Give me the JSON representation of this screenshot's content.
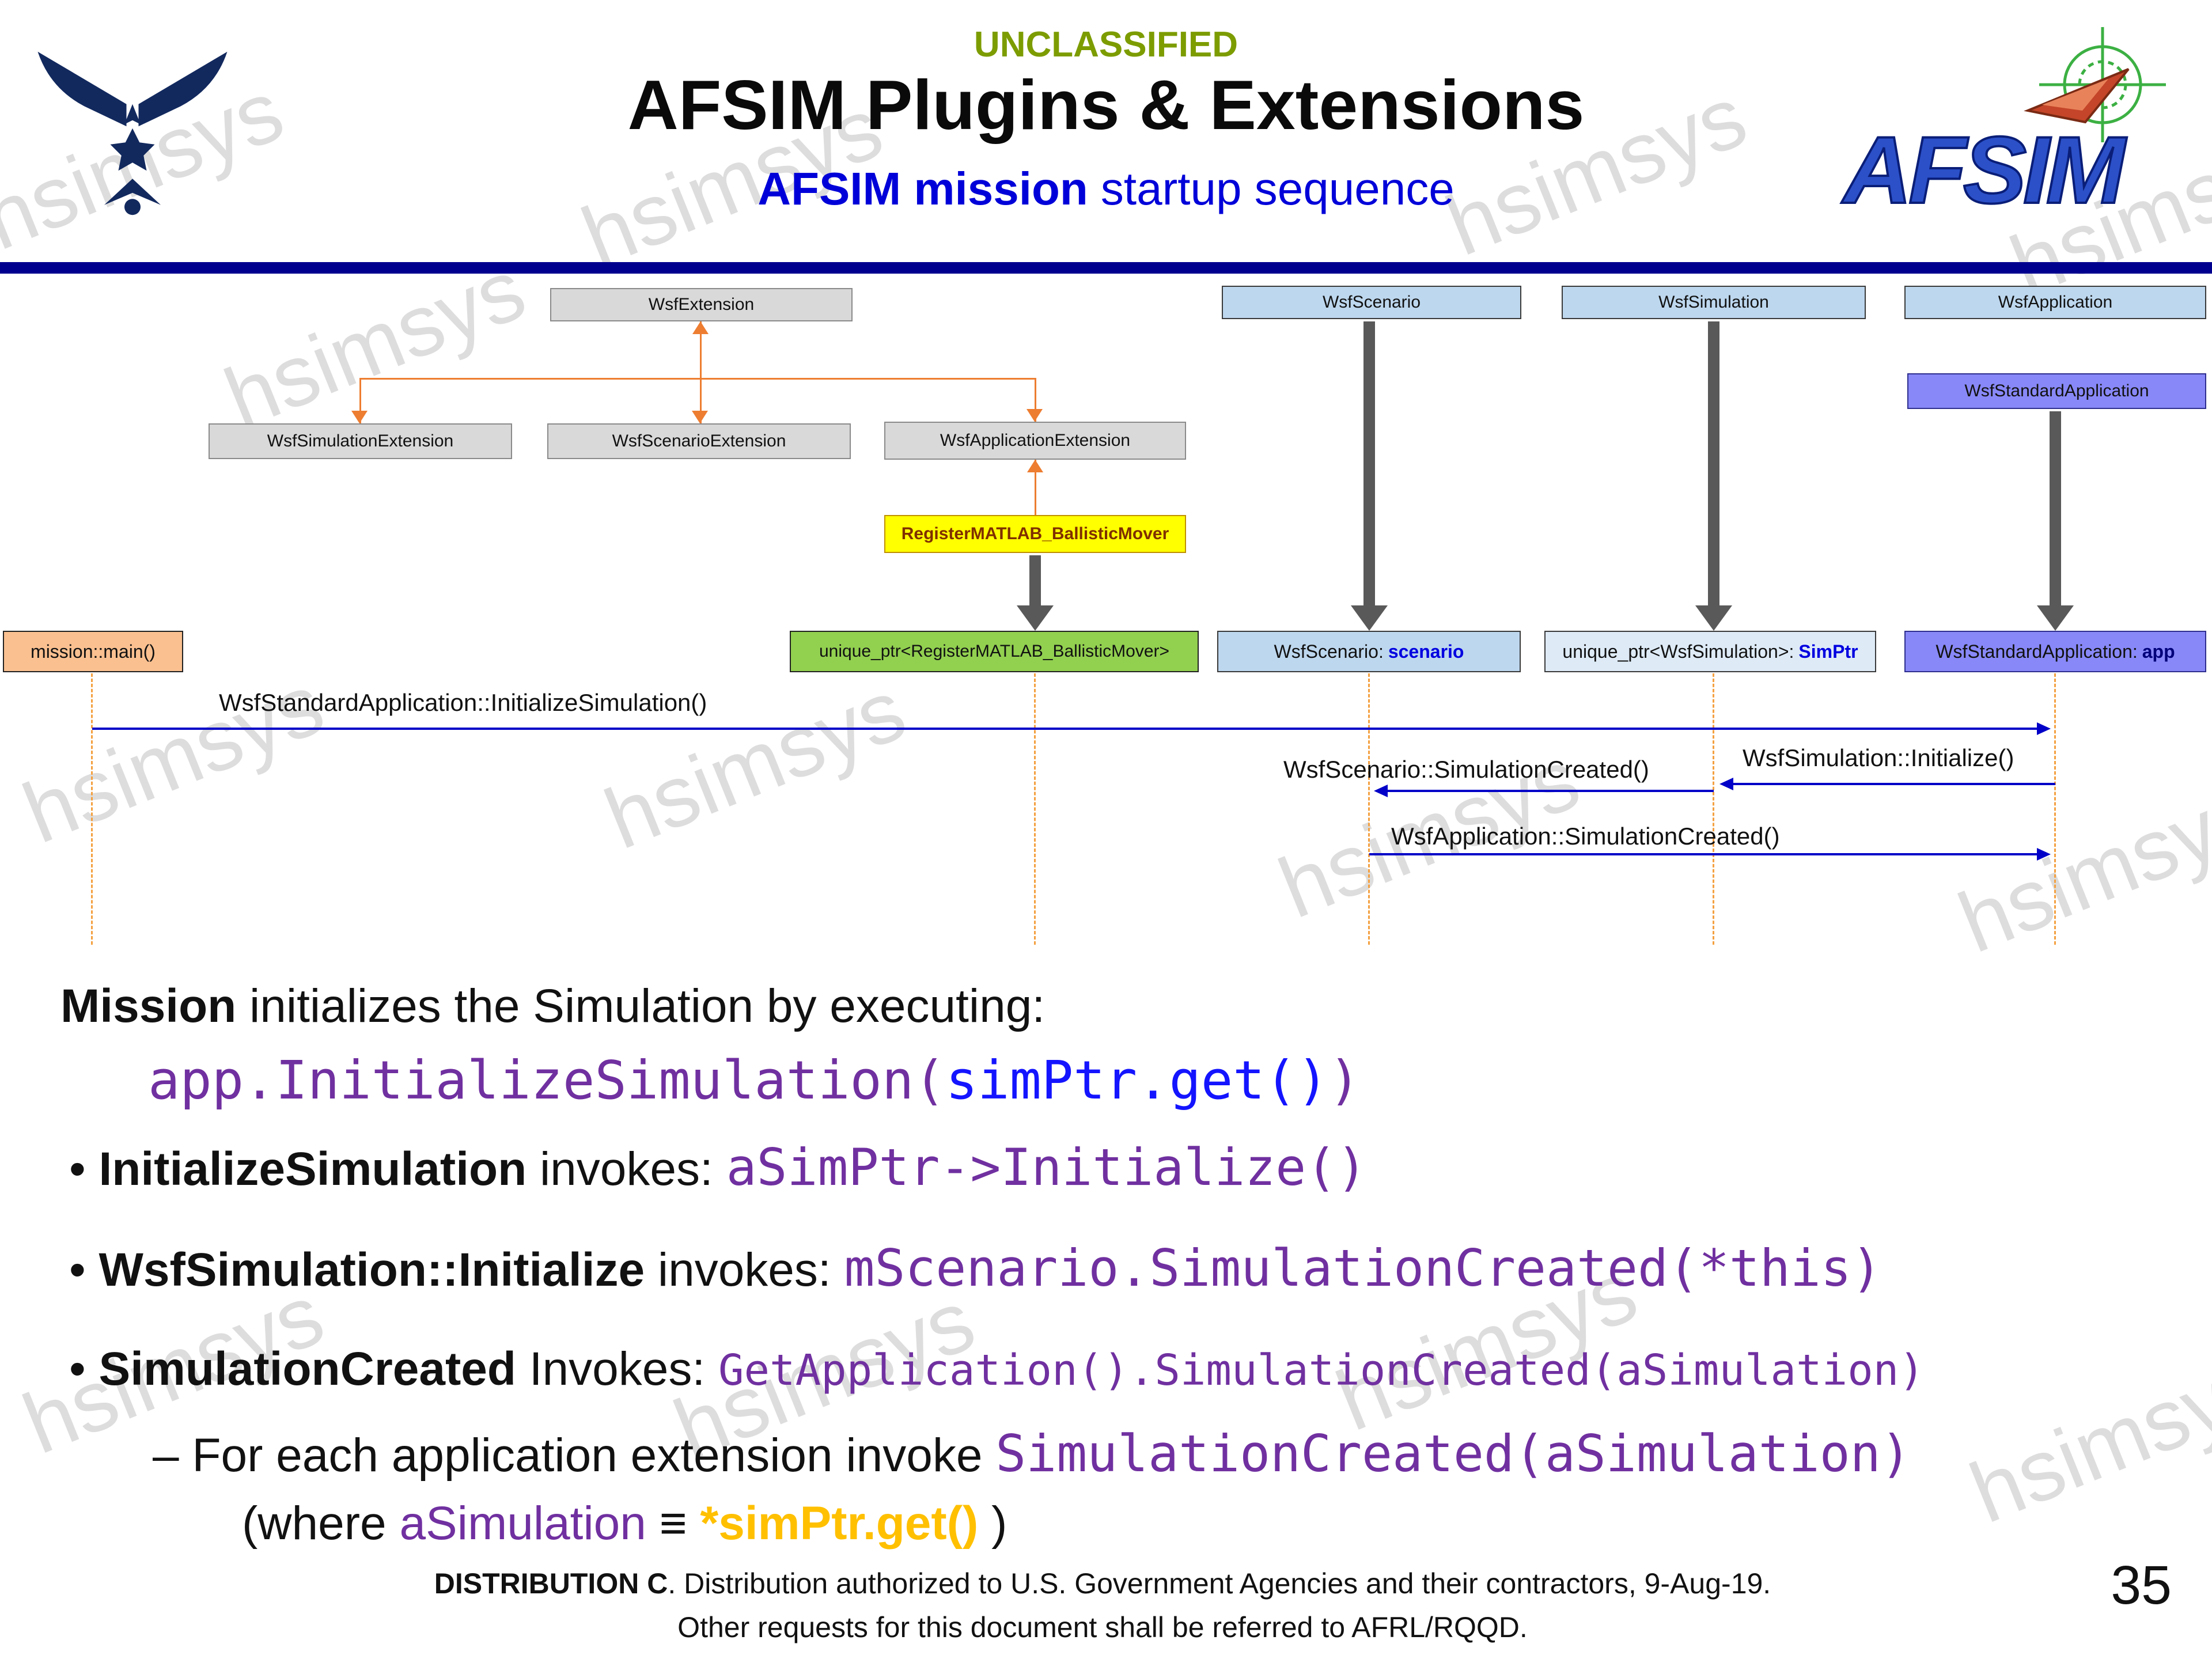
{
  "colors": {
    "classification_green": "#7C9C00",
    "subtitle_blue": "#0000D9",
    "divider_navy": "#00008F",
    "connector_orange": "#ED7D31",
    "gray_arrow": "#595959",
    "message_blue": "#0000C8",
    "code_purple": "#7030A0",
    "code_blue": "#1414FF",
    "highlight_orange": "#FFC000",
    "box_gray": "#D9D9D9",
    "box_lightblue": "#BDD7EE",
    "box_purple": "#8888F8",
    "box_yellow": "#FFFF00",
    "box_green": "#92D050",
    "box_peach": "#FAC090"
  },
  "header": {
    "classification": "UNCLASSIFIED",
    "title": "AFSIM Plugins & Extensions",
    "subtitle_bold": "AFSIM mission",
    "subtitle_rest": " startup sequence"
  },
  "logos": {
    "afsim_text": "AFSIM"
  },
  "diagram": {
    "class_boxes": {
      "wsf_extension": "WsfExtension",
      "wsf_simulation_extension": "WsfSimulationExtension",
      "wsf_scenario_extension": "WsfScenarioExtension",
      "wsf_application_extension": "WsfApplicationExtension",
      "register_matlab": "RegisterMATLAB_BallisticMover",
      "wsf_scenario": "WsfScenario",
      "wsf_simulation": "WsfSimulation",
      "wsf_application": "WsfApplication",
      "wsf_standard_application": "WsfStandardApplication"
    },
    "instance_boxes": {
      "mission_main": "mission::main()",
      "unique_ptr_register": "unique_ptr<RegisterMATLAB_BallisticMover>",
      "scenario_prefix": "WsfScenario:",
      "scenario_name": "scenario",
      "simptr_prefix": "unique_ptr<WsfSimulation>:",
      "simptr_name": "SimPtr",
      "app_prefix": "WsfStandardApplication:",
      "app_name": "app"
    },
    "messages": {
      "initialize_simulation": "WsfStandardApplication::InitializeSimulation()",
      "simulation_initialize": "WsfSimulation::Initialize()",
      "scenario_simulation_created": "WsfScenario::SimulationCreated()",
      "application_simulation_created": "WsfApplication::SimulationCreated()"
    }
  },
  "body": {
    "bullet_glyph": "•",
    "intro_bold": "Mission",
    "intro_rest": " initializes the Simulation by executing:",
    "code_call_pre": "app.InitializeSimulation(",
    "code_call_arg": "simPtr.get()",
    "code_call_post": ")",
    "bullets": [
      {
        "bold": "InitializeSimulation",
        "mid": " invokes: ",
        "code": "aSimPtr->Initialize()"
      },
      {
        "bold": "WsfSimulation::Initialize",
        "mid": " invokes: ",
        "code": "mScenario.SimulationCreated(*this)"
      },
      {
        "bold": "SimulationCreated",
        "mid": " Invokes: ",
        "code": "GetApplication().SimulationCreated(aSimulation)"
      }
    ],
    "sub_bullet": {
      "dash": "–",
      "text": " For each application extension invoke ",
      "code": "SimulationCreated(aSimulation)"
    },
    "where": {
      "pre": "(where ",
      "var": "aSimulation",
      "equiv": " ≡ ",
      "highlight": "*simPtr.get()",
      "post": " )"
    }
  },
  "footer": {
    "distribution_bold": "DISTRIBUTION C",
    "distribution_rest": ". Distribution authorized to U.S. Government Agencies and their contractors, 9-Aug-19.",
    "line2": "Other requests for this document shall be referred to AFRL/RQQD.",
    "page_number": "35"
  },
  "watermark": "hsimsys"
}
